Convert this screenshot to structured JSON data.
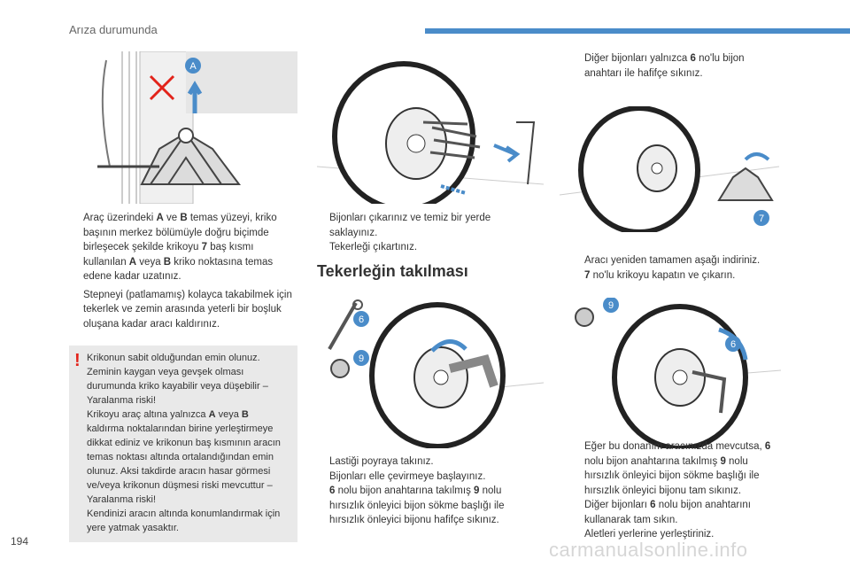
{
  "header": {
    "title": "Arıza durumunda"
  },
  "page_number": "194",
  "watermark": "carmanualsonline.info",
  "figures": {
    "jack": {
      "label_a": "A"
    },
    "bolts": {},
    "lower": {
      "label_7": "7"
    },
    "tighten": {
      "label_6": "6",
      "label_9": "9"
    },
    "antitheft": {
      "label_9": "9",
      "label_6": "6"
    }
  },
  "col1": {
    "item1": {
      "p1": "Araç üzerindeki ",
      "a": "A",
      "p2": " ve ",
      "b": "B",
      "p3": " temas yüzeyi, kriko başının merkez bölümüyle doğru biçimde birleşecek şekilde krikoyu ",
      "n7": "7",
      "p4": " baş kısmı kullanılan ",
      "a2": "A",
      "p5": " veya ",
      "b2": "B",
      "p6": " kriko noktasına temas edene kadar uzatınız."
    },
    "item2": "Stepneyi (patlamamış) kolayca takabilmek için tekerlek ve zemin arasında yeterli bir boşluk oluşana kadar aracı kaldırınız."
  },
  "warning": {
    "mark": "!",
    "l1": "Krikonun sabit olduğundan emin olunuz. Zeminin kaygan veya gevşek olması durumunda kriko kayabilir veya düşebilir – Yaralanma riski!",
    "l2a": "Krikoyu araç altına yalnızca ",
    "l2A": "A",
    "l2b": " veya",
    "l2B": "B",
    "l2c": " kaldırma noktalarından birine yerleştirmeye dikkat ediniz ve krikonun baş kısmının aracın temas noktası altında ortalandığından emin olunuz. Aksi takdirde aracın hasar görmesi ve/veya krikonun düşmesi riski mevcuttur – Yaralanma riski!",
    "l3": "Kendinizi aracın altında konumlandırmak için yere yatmak yasaktır."
  },
  "col2_top": {
    "item1": "Bijonları çıkarınız ve temiz bir yerde saklayınız.",
    "item2": "Tekerleği çıkartınız."
  },
  "section_title": "Tekerleğin takılması",
  "col2_bottom": {
    "item1": "Lastiği poyraya takınız.",
    "item2": "Bijonları elle çevirmeye başlayınız.",
    "item3": {
      "n6": "6",
      "p1": " nolu bijon anahtarına takılmış ",
      "n9": "9",
      "p2": " nolu hırsızlık önleyici bijon sökme başlığı ile hırsızlık önleyici bijonu hafifçe sıkınız."
    }
  },
  "col3_top": {
    "item1": {
      "p1": "Diğer bijonları yalnızca ",
      "n6": "6",
      "p2": " no'lu bijon anahtarı ile hafifçe sıkınız."
    }
  },
  "col3_mid": {
    "item1": "Aracı yeniden tamamen aşağı indiriniz.",
    "item2": {
      "n7": "7",
      "p1": " no'lu krikoyu kapatın ve çıkarın."
    }
  },
  "col3_bottom": {
    "item1": {
      "p1": "Eğer bu donanım aracınızda mevcutsa, ",
      "n6": "6",
      "p2": " nolu bijon anahtarına takılmış ",
      "n9": "9",
      "p3": " nolu hırsızlık önleyici bijon sökme başlığı ile hırsızlık önleyici bijonu tam sıkınız."
    },
    "item2": {
      "p1": "Diğer bijonları ",
      "n6": "6",
      "p2": " nolu bijon anahtarını kullanarak tam sıkın."
    },
    "item3": "Aletleri yerlerine yerleştiriniz."
  },
  "bullet_glyph": "",
  "colors": {
    "accent": "#4a8cc9",
    "warning_bg": "#e9e9e9",
    "warning_mark": "#e2231a"
  }
}
